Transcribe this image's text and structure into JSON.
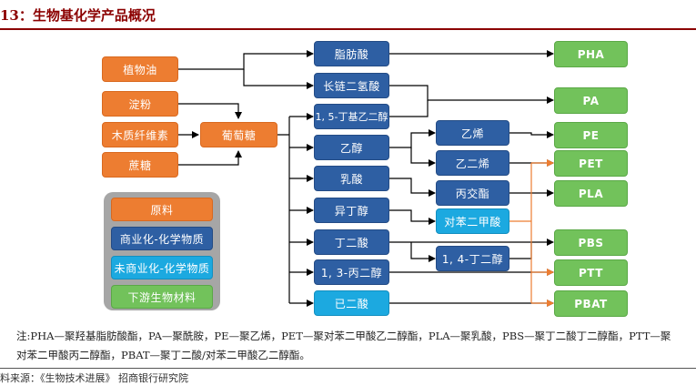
{
  "title": "13：生物基化学产品概况",
  "raw_materials": {
    "vegetable_oil": "植物油",
    "starch": "淀粉",
    "lignocellulose": "木质纤维素",
    "sucrose": "蔗糖",
    "glucose": "葡萄糖"
  },
  "commercial_chemicals": {
    "rc_acid": "脂肪酸",
    "lc_diacid": "长链二氢酸",
    "bdo": "1, 5-丁基乙二醇",
    "ethanol": "乙醇",
    "lactic": "乳酸",
    "isobutanol": "异丁醇",
    "succinic": "丁二酸",
    "pdo": "1, 3-丙二醇",
    "adipic": "已二酸",
    "ethylene": "乙烯",
    "eg": "乙二烯",
    "lactide": "丙交酯",
    "bdo14": "1, 4-丁二醇"
  },
  "noncommercial_chemicals": {
    "pta": "对苯二甲酸"
  },
  "bio_materials": {
    "pha": "PHA",
    "pa": "PA",
    "pe": "PE",
    "pet": "PET",
    "pla": "PLA",
    "pbs": "PBS",
    "ptt": "PTT",
    "pbat": "PBAT"
  },
  "legend": {
    "raw": "原料",
    "commercial": "商业化-化学物质",
    "noncommercial": "未商业化-化学物质",
    "downstream": "下游生物材料"
  },
  "colors": {
    "raw": "#ed7d31",
    "commercial": "#2e5fa3",
    "noncommercial": "#1ca9e0",
    "downstream": "#72c25b",
    "title": "#8b0000",
    "arrow": "#000000",
    "orange_arrow": "#ed7d31"
  },
  "note": {
    "line1": "注:PHA—聚羟基脂肪酸酯，PA—聚酰胺，PE—聚乙烯，PET—聚对苯二甲酸乙二醇酯，PLA—聚乳酸，PBS—聚丁二酸丁二醇酯，PTT—聚",
    "line2": "对苯二甲酸丙二醇酯，PBAT—聚丁二酸/对苯二甲酸乙二醇酯。"
  },
  "source": "料来源：《生物技术进展》 招商银行研究院"
}
